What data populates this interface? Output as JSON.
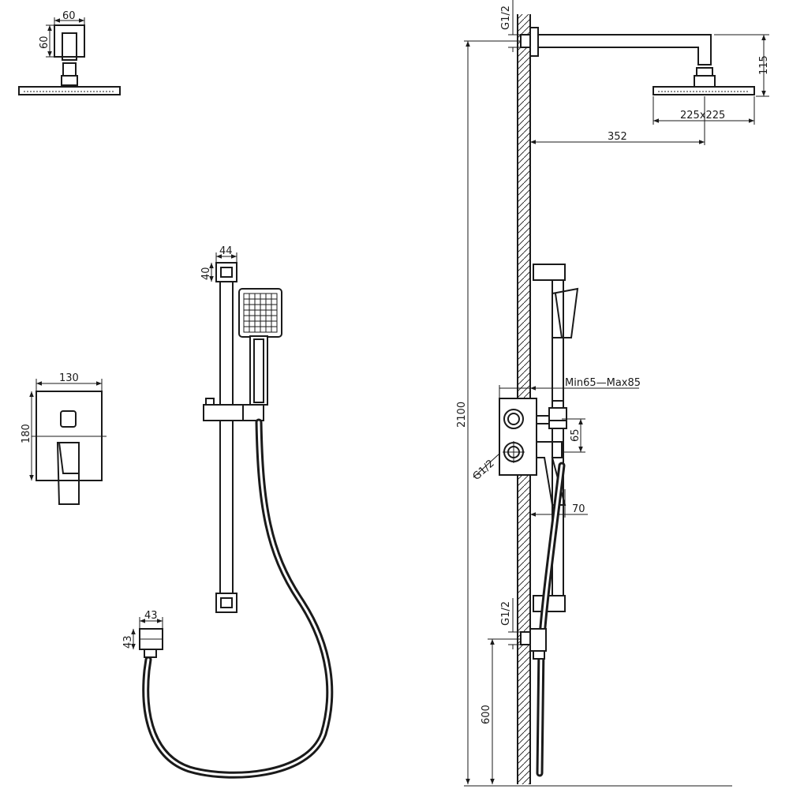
{
  "dimensions": {
    "head_arm_w": "60",
    "head_arm_h": "60",
    "rail_w": "44",
    "rail_h": "40",
    "mixer_w": "130",
    "mixer_h": "180",
    "outlet_w": "43",
    "outlet_h": "43",
    "thread_top": "G1/2",
    "thread_mid": "G1/2",
    "thread_bottom": "G1/2",
    "arm_drop": "115",
    "head_size": "225x225",
    "arm_reach": "352",
    "total_height": "2100",
    "depth_range": "Min65—Max85",
    "valve_spacing": "65",
    "spout_projection": "70",
    "outlet_height": "600"
  }
}
